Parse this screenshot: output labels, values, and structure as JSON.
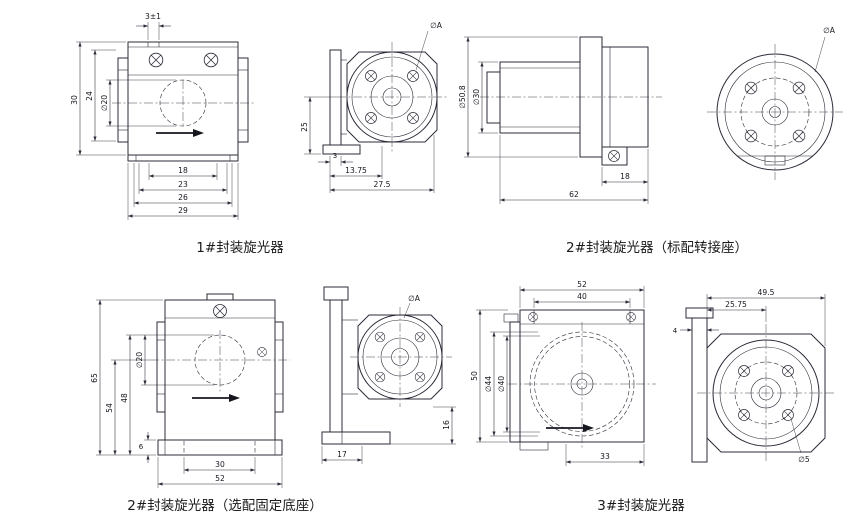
{
  "page": {
    "bg": "#ffffff",
    "ink": "#2b2b38"
  },
  "captions": {
    "c1": "1#封装旋光器",
    "c2": "2#封装旋光器（标配转接座）",
    "c3": "2#封装旋光器（选配固定底座）",
    "c4": "3#封装旋光器"
  },
  "d1": {
    "front": {
      "top_offset": "3±1",
      "height_outer": "30",
      "height_inner": "24",
      "aperture": "∅20",
      "w18": "18",
      "w23": "23",
      "w26": "26",
      "w29": "29"
    },
    "side": {
      "dia_a": "∅A",
      "axis_height": "25",
      "t3": "3",
      "t1375": "13.75",
      "t275": "27.5"
    }
  },
  "d2": {
    "side": {
      "dia_adapter": "∅50.8",
      "dia_body": "∅30",
      "w18": "18",
      "w62": "62"
    },
    "face": {
      "dia_a": "∅A"
    }
  },
  "d3": {
    "front": {
      "height_outer": "65",
      "height_axis": "54",
      "height_inner": "48",
      "aperture": "∅20",
      "base_thickness": "6",
      "w30": "30",
      "w52": "52"
    },
    "side": {
      "dia_a": "∅A",
      "w17": "17",
      "h16": "16"
    }
  },
  "d4": {
    "front": {
      "w52": "52",
      "w40": "40",
      "h50": "50",
      "dia44": "∅44",
      "dia40": "∅40",
      "w33": "33"
    },
    "side": {
      "w495": "49.5",
      "w2575": "25.75",
      "plate4": "4",
      "dia5": "∅5"
    }
  }
}
